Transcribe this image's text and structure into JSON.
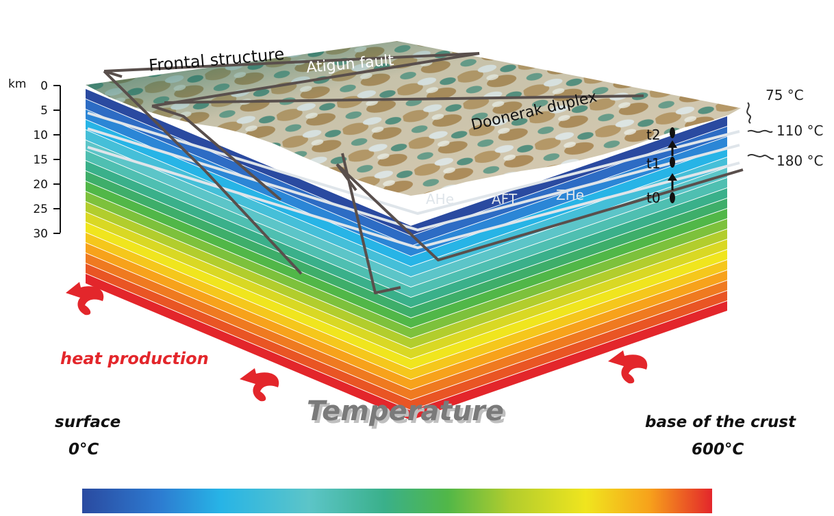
{
  "depth_axis": {
    "unit": "km",
    "ticks": [
      "0",
      "5",
      "10",
      "15",
      "20",
      "25",
      "30"
    ]
  },
  "structures": {
    "frontal": "Frontal structure",
    "atigun": "Atigun fault",
    "doonerak": "Doonerak duplex"
  },
  "isotherms": {
    "t75": "75 °C",
    "t110": "110 °C",
    "t180": "180 °C"
  },
  "systems": {
    "ahe": "AHe",
    "aft": "AFT",
    "zhe": "ZHe"
  },
  "times": {
    "t2": "t2",
    "t1": "t1",
    "t0": "t0"
  },
  "heat_label": "heat production",
  "temperature_title": "Temperature",
  "surface": {
    "line1": "surface",
    "line2": "0°C"
  },
  "base": {
    "line1": "base of the crust",
    "line2": "600°C"
  },
  "colors": {
    "label_red": "#e3262b",
    "fault_line": "#594f4c",
    "isotherm_white": "#dfe5ea",
    "scale": [
      "#2a4aa0",
      "#2d7ad0",
      "#27b4e6",
      "#5cc5c8",
      "#3ab08a",
      "#51b748",
      "#b2cd2d",
      "#f0e51e",
      "#f7a21b",
      "#e3262b"
    ]
  }
}
